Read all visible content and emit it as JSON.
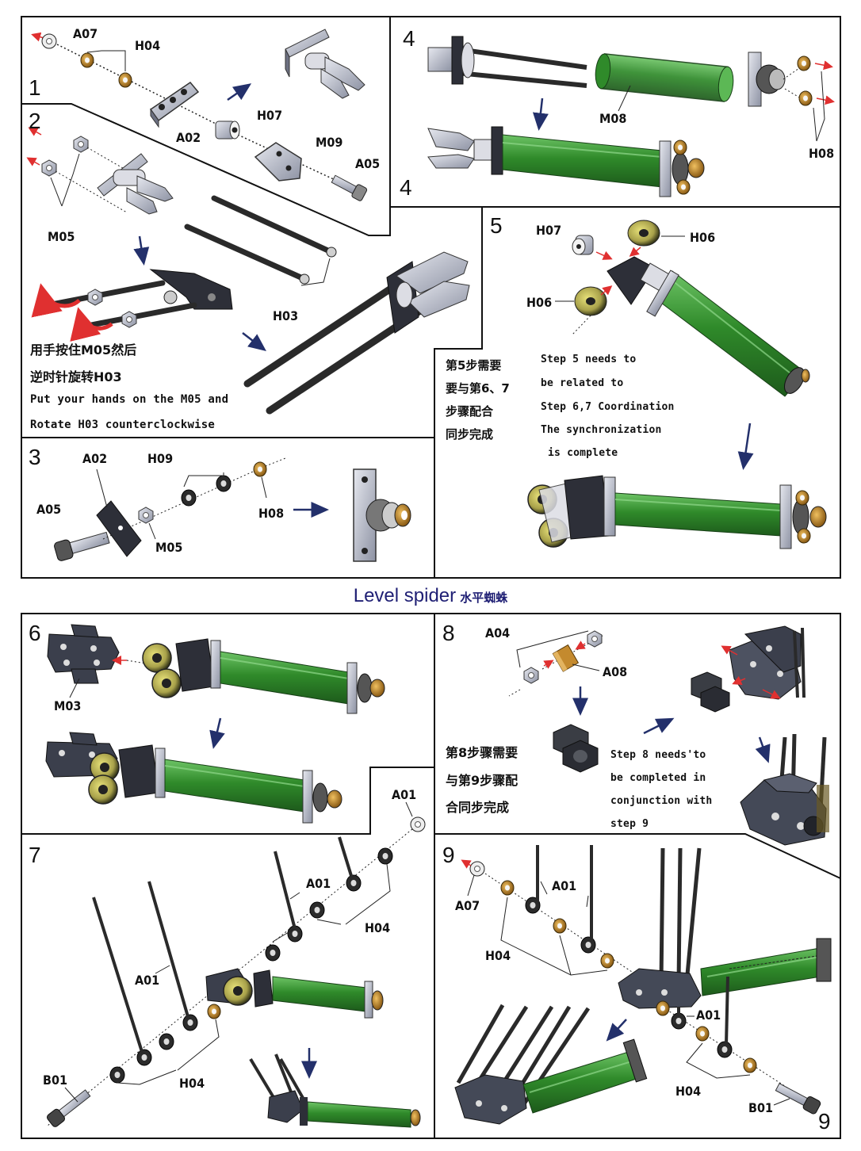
{
  "title": {
    "en": "Level spider",
    "cn": "水平蜘蛛"
  },
  "steps": {
    "s1": {
      "num": "1",
      "labels": {
        "a07": "A07",
        "h04": "H04",
        "a02": "A02",
        "h07": "H07",
        "m09": "M09",
        "a05": "A05"
      }
    },
    "s2": {
      "num": "2",
      "labels": {
        "m05": "M05",
        "h03": "H03"
      },
      "instr_cn_1": "用手按住M05然后",
      "instr_cn_2": "逆时针旋转H03",
      "instr_en_1": "Put your hands on the M05 and",
      "instr_en_2": "Rotate H03 counterclockwise"
    },
    "s3": {
      "num": "3",
      "labels": {
        "a02": "A02",
        "h09": "H09",
        "a05": "A05",
        "m05": "M05",
        "h08": "H08"
      }
    },
    "s4": {
      "num": "4",
      "num_b": "4",
      "labels": {
        "m08": "M08",
        "h08": "H08"
      }
    },
    "s5": {
      "num": "5",
      "labels": {
        "h07": "H07",
        "h06a": "H06",
        "h06b": "H06"
      },
      "note_cn": [
        "第5步需要",
        "要与第6、7",
        "步骤配合",
        "同步完成"
      ],
      "note_en": [
        "Step 5 needs to",
        "be related to",
        "Step 6,7 Coordination",
        "The synchronization",
        "is complete"
      ]
    },
    "s6": {
      "num": "6",
      "labels": {
        "m03": "M03"
      }
    },
    "s7": {
      "num": "7",
      "labels": {
        "a01a": "A01",
        "a01b": "A01",
        "a01c": "A01",
        "h04a": "H04",
        "h04b": "H04",
        "b01": "B01"
      }
    },
    "s8": {
      "num": "8",
      "labels": {
        "a04": "A04",
        "a08": "A08"
      },
      "note_cn": [
        "第8步骤需要",
        "与第9步骤配",
        "合同步完成"
      ],
      "note_en": [
        "Step 8 needs'to",
        "be completed in",
        "conjunction with",
        "step 9"
      ]
    },
    "s9": {
      "num": "9",
      "num_b": "9",
      "labels": {
        "a07": "A07",
        "a01a": "A01",
        "a01b": "A01",
        "h04a": "H04",
        "h04b": "H04",
        "b01": "B01"
      }
    }
  },
  "colors": {
    "frame": "#111111",
    "tube": "#2f8a2a",
    "tube_light": "#4fb04a",
    "metal": "#b9bcc8",
    "dark_part": "#33363f",
    "brass": "#b8862c",
    "arrow_red": "#e03030",
    "arrow_blue": "#23306b",
    "title": "#1f1f74"
  }
}
